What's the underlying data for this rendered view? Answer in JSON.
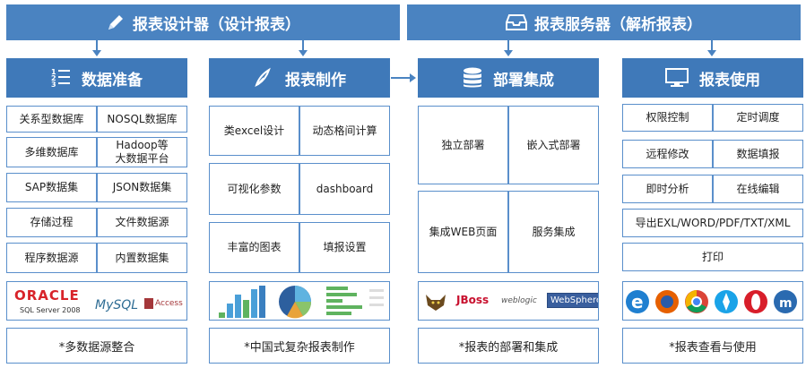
{
  "banners": {
    "designer": "报表设计器（设计报表）",
    "server": "报表服务器（解析报表）"
  },
  "columns": [
    {
      "title": "数据准备",
      "icon": "list-numbered-icon",
      "rows": [
        [
          "关系型数据库",
          "NOSQL数据库"
        ],
        [
          "多维数据库",
          "Hadoop等\n大数据平台"
        ],
        [
          "SAP数据集",
          "JSON数据集"
        ],
        [
          "存储过程",
          "文件数据源"
        ],
        [
          "程序数据源",
          "内置数据集"
        ]
      ],
      "logos": [
        "ORACLE",
        "SQL Server 2008",
        "MySQL",
        "Access"
      ],
      "note": "*多数据源整合"
    },
    {
      "title": "报表制作",
      "icon": "pen-icon",
      "rows": [
        [
          "类excel设计",
          "动态格间计算"
        ],
        [
          "可视化参数",
          "dashboard"
        ],
        [
          "丰富的图表",
          "填报设置"
        ]
      ],
      "note": "*中国式复杂报表制作"
    },
    {
      "title": "部署集成",
      "icon": "database-icon",
      "rows": [
        [
          "独立部署",
          "嵌入式部署"
        ],
        [
          "集成WEB页面",
          "服务集成"
        ]
      ],
      "logos": [
        "JBoss",
        "weblogic",
        "WebSphere."
      ],
      "note": "*报表的部署和集成"
    },
    {
      "title": "报表使用",
      "icon": "monitor-icon",
      "rows": [
        [
          "权限控制",
          "定时调度"
        ],
        [
          "远程修改",
          "数据填报"
        ],
        [
          "即时分析",
          "在线编辑"
        ]
      ],
      "single_rows": [
        "导出EXL/WORD/PDF/TXT/XML",
        "打印"
      ],
      "note": "*报表查看与使用"
    }
  ],
  "colors": {
    "header": "#3f79b9",
    "banner": "#4a83c1",
    "border": "#5a8fcb"
  }
}
